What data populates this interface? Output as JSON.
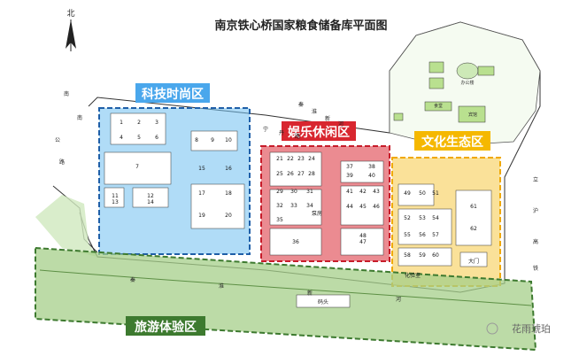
{
  "title": "南京铁心桥国家粮食储备库平面图",
  "north_label": "北",
  "zones": {
    "tech": {
      "label": "科技时尚区",
      "color": "#3aa0e8"
    },
    "entertain": {
      "label": "娱乐休闲区",
      "color": "#d8262f"
    },
    "culture": {
      "label": "文化生态区",
      "color": "#f5b800"
    },
    "travel": {
      "label": "旅游体验区",
      "color": "#3d7a2f"
    }
  },
  "road_labels": [
    "南",
    "南",
    "公",
    "路",
    "秦",
    "淮",
    "新",
    "河",
    "宁",
    "丹",
    "路",
    "立",
    "沪",
    "高",
    "铁",
    "秦",
    "淮",
    "新",
    "河"
  ],
  "warehouse_numbers": [
    "1",
    "2",
    "3",
    "4",
    "5",
    "6",
    "7",
    "8",
    "9",
    "10",
    "11",
    "12",
    "13",
    "14",
    "15",
    "16",
    "17",
    "18",
    "19",
    "20",
    "21",
    "22",
    "23",
    "24",
    "25",
    "26",
    "27",
    "28",
    "29",
    "30",
    "31",
    "32",
    "33",
    "34",
    "35",
    "36",
    "37",
    "38",
    "39",
    "40",
    "41",
    "42",
    "43",
    "44",
    "45",
    "46",
    "47",
    "48",
    "49",
    "50",
    "51",
    "52",
    "53",
    "54",
    "55",
    "56",
    "57",
    "58",
    "59",
    "60",
    "61",
    "62"
  ],
  "small_labels": {
    "office": "办公楼",
    "canteen": "食堂",
    "hotel": "宾馆",
    "gate": "大门",
    "dock": "码头",
    "lab": "化验室",
    "pumphouse": "泵房"
  },
  "watermark": "花雨琥珀"
}
